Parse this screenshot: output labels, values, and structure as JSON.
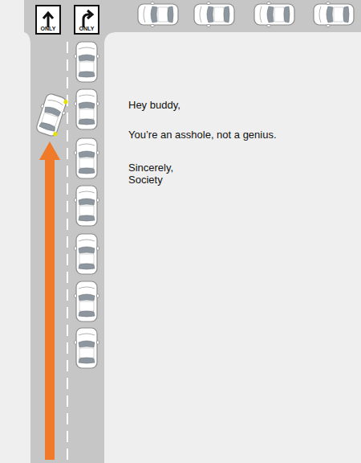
{
  "diagram": {
    "nodes": [
      {
        "text": [
          "ONLY"
        ]
      },
      {
        "text": [
          "ONLY"
        ]
      }
    ],
    "labels": [
      "Hey buddy,",
      "You’re an asshole, not a genius.",
      "Sincerely,",
      "Society"
    ]
  }
}
